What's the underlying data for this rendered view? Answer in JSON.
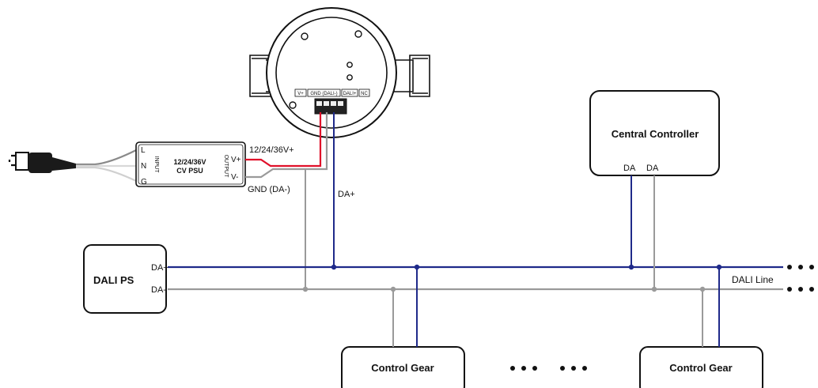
{
  "sensor": {
    "terminal_vplus": "V+",
    "terminal_gnd": "GND (DALI-)",
    "terminal_dali": "DALI+",
    "terminal_nc": "NC"
  },
  "psu": {
    "label_line1": "12/24/36V",
    "label_line2": "CV PSU",
    "input_label": "INPUT",
    "output_label": "OUTPUT",
    "pin_l": "L",
    "pin_n": "N",
    "pin_g": "G",
    "pin_vplus": "V+",
    "pin_vminus": "V-"
  },
  "wires": {
    "supply_label": "12/24/36V+",
    "gnd_label": "GND (DA-)",
    "da_plus_label": "DA+"
  },
  "dali_ps": {
    "title": "DALI PS",
    "out_plus": "DA+",
    "out_minus": "DA-"
  },
  "central_controller": {
    "title": "Central Controller",
    "pin1": "DA",
    "pin2": "DA"
  },
  "bus": {
    "label": "DALI Line",
    "continuation": "• • •"
  },
  "control_gear": [
    {
      "title": "Control Gear"
    },
    {
      "title": "Control Gear"
    }
  ],
  "gear_ellipsis": "• • •   • • •",
  "colors": {
    "dali_plus": "#1f2a8a",
    "dali_minus": "#9a9a9a",
    "supply_positive": "#e0102a",
    "outline": "#111111"
  }
}
